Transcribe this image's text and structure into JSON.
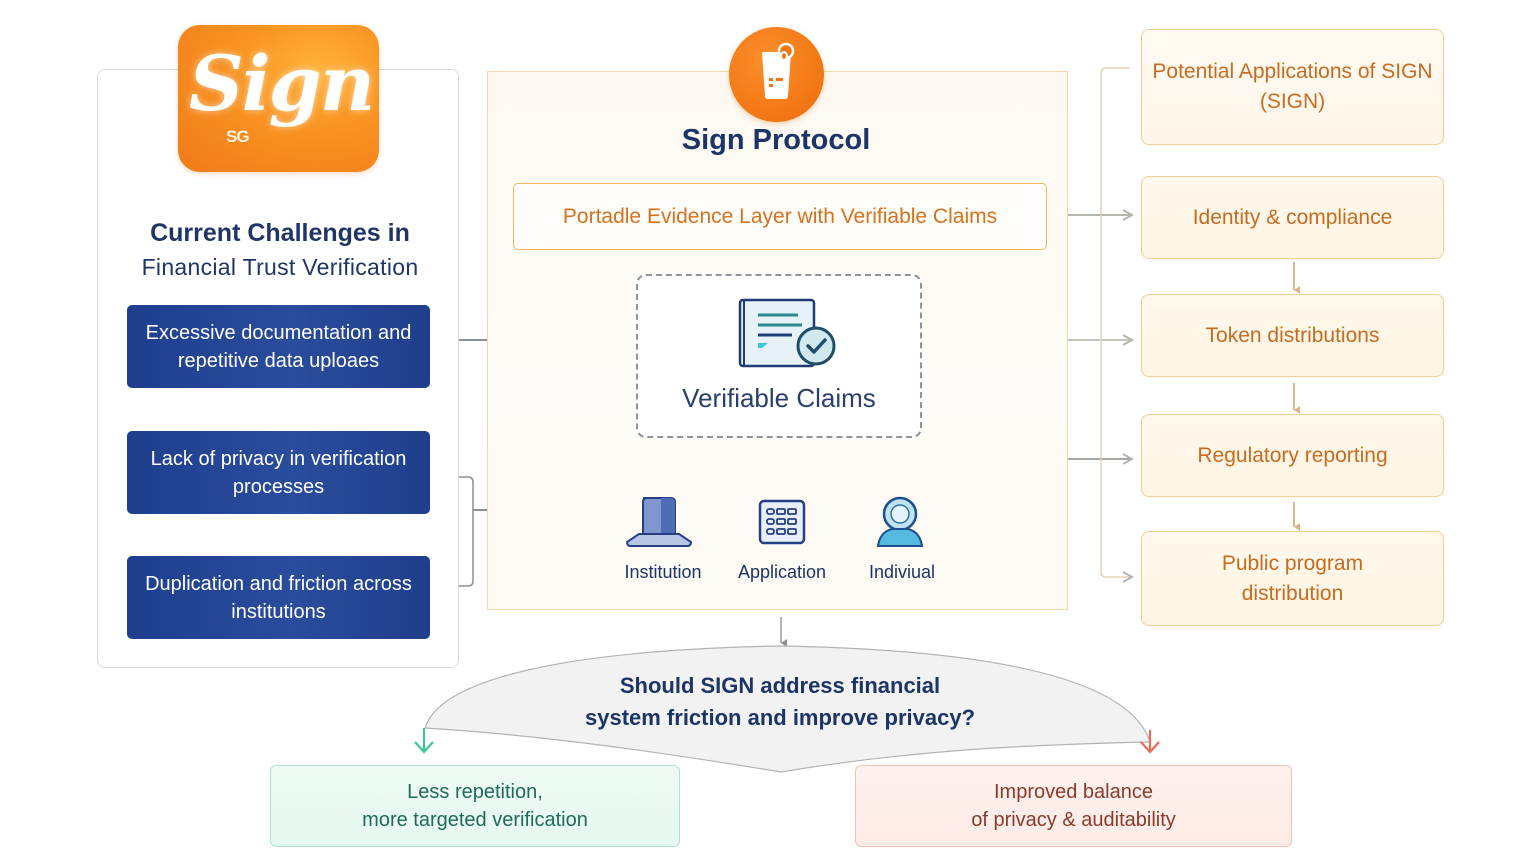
{
  "logo": {
    "text": "Sign",
    "subtext": "SG"
  },
  "left_panel": {
    "title_line1": "Current Challenges in",
    "title_line2": "Financial Trust Verification",
    "challenges": [
      "Excessive documentation and repetitive data uploaes",
      "Lack of privacy in verification processes",
      "Duplication and friction across institutions"
    ]
  },
  "middle_panel": {
    "title": "Sign Protocol",
    "evidence_layer": "Portadle Evidence Layer with Verifiable Claims",
    "claims_label": "Verifiable Claims",
    "actors": [
      {
        "label": "Institution",
        "icon": "institution-icon"
      },
      {
        "label": "Application",
        "icon": "application-icon"
      },
      {
        "label": "Indiviual",
        "icon": "individual-icon"
      }
    ]
  },
  "right_panel": {
    "heading": "Potential Applications of SIGN (SIGN)",
    "applications": [
      "Identity & compliance",
      "Token distributions",
      "Regulatory reporting",
      "Public program distribution"
    ]
  },
  "question": {
    "line1": "Should SIGN address financial",
    "line2": "system friction and improve privacy?"
  },
  "outcomes": {
    "positive_line1": "Less repetition,",
    "positive_line2": "more targeted verification",
    "balance_line1": "Improved balance",
    "balance_line2": "of privacy & auditability"
  },
  "colors": {
    "navy": "#1c3566",
    "challenge_blue": "#24468f",
    "orange": "#f27614",
    "app_text": "#c96b1f",
    "green_arrow": "#3cc79a",
    "red_arrow": "#ec6a52"
  }
}
